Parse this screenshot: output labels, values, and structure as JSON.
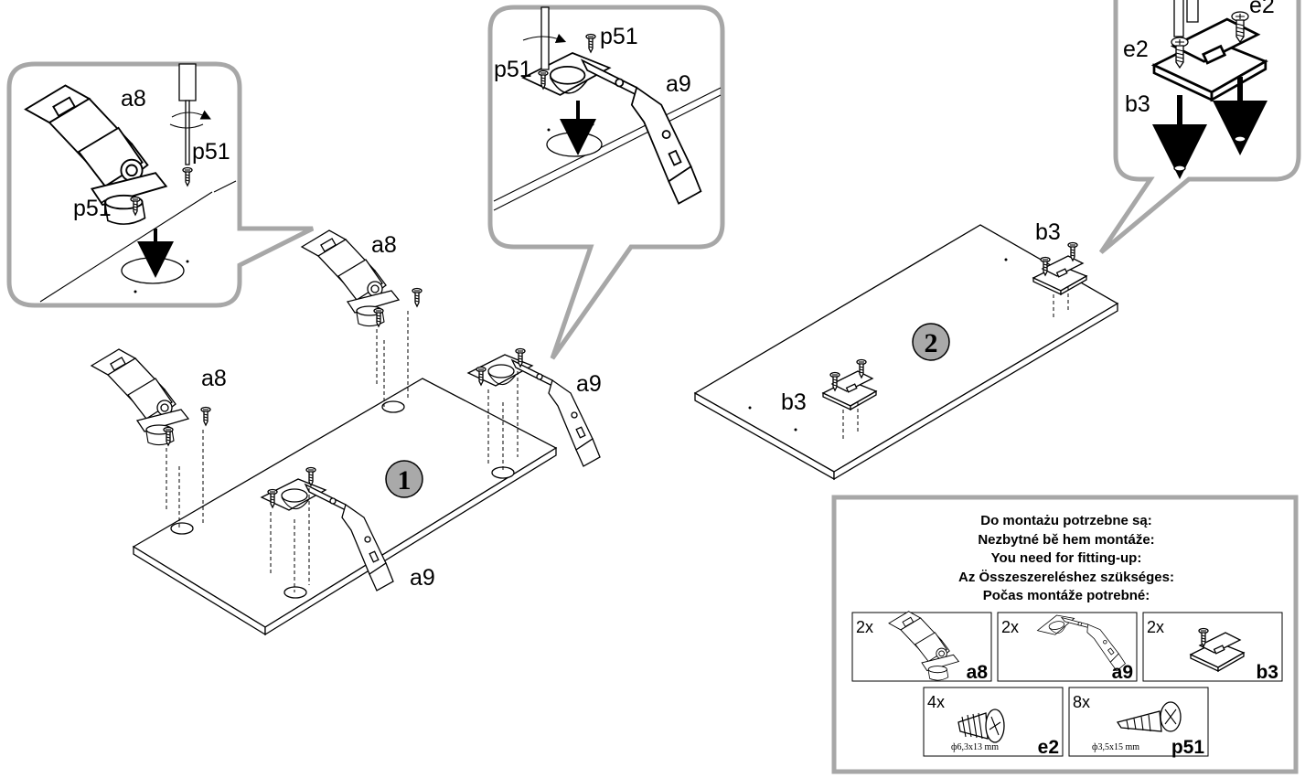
{
  "steps": {
    "step1": "1",
    "step2": "2"
  },
  "labels": {
    "a8": "a8",
    "a9": "a9",
    "b3": "b3",
    "e2": "e2",
    "p51": "p51"
  },
  "parts_box": {
    "headings": [
      "Do montażu potrzebne są:",
      "Nezbytné bě hem montáže:",
      "You need for fitting-up:",
      "Az Összeszereléshez szükséges:",
      "Počas montáže potrebné:"
    ],
    "items": [
      {
        "qty": "2x",
        "code": "a8"
      },
      {
        "qty": "2x",
        "code": "a9"
      },
      {
        "qty": "2x",
        "code": "b3"
      },
      {
        "qty": "4x",
        "code": "e2",
        "size": "ф6,3x13 mm"
      },
      {
        "qty": "8x",
        "code": "p51",
        "size": "ф3,5x15 mm"
      }
    ]
  },
  "colors": {
    "callout_border": "#a7a7a7",
    "step_badge": "#a9a9a9",
    "line": "#000000"
  },
  "icons": [
    "hinge-icon",
    "angled-hinge-icon",
    "mounting-plate-icon",
    "screw-icon",
    "screwdriver-icon",
    "arrow-down-icon",
    "rotation-arrow-icon"
  ]
}
